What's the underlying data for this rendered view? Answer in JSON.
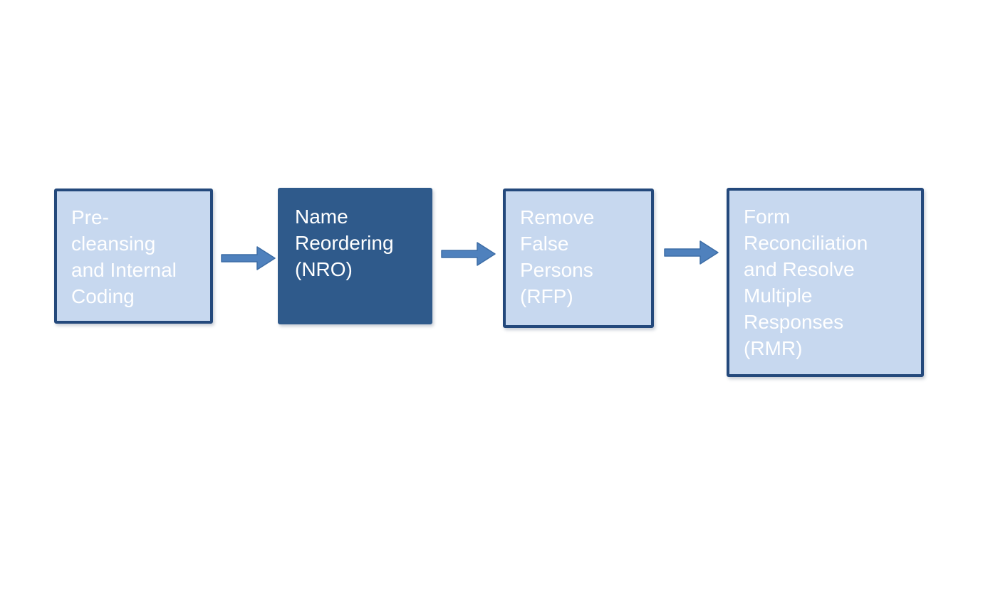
{
  "diagram": {
    "type": "flowchart",
    "flow_direction": "left-to-right",
    "steps": [
      {
        "id": "pre-cleansing",
        "label": "Pre-\ncleansing\nand Internal\nCoding",
        "emphasis": false
      },
      {
        "id": "name-reordering",
        "label": "Name\nReordering\n(NRO)",
        "emphasis": true
      },
      {
        "id": "remove-false-persons",
        "label": "Remove\nFalse\nPersons\n(RFP)",
        "emphasis": false
      },
      {
        "id": "form-reconciliation",
        "label": "Form\nReconciliation\nand Resolve\nMultiple\nResponses\n(RMR)",
        "emphasis": false
      }
    ],
    "connectors": [
      {
        "from": "pre-cleansing",
        "to": "name-reordering",
        "style": "arrow-right"
      },
      {
        "from": "name-reordering",
        "to": "remove-false-persons",
        "style": "arrow-right"
      },
      {
        "from": "remove-false-persons",
        "to": "form-reconciliation",
        "style": "arrow-right"
      }
    ]
  },
  "colors": {
    "background": "#ffffff",
    "box_fill_light": "#c7d8ef",
    "box_fill_dark": "#2f5a8b",
    "box_border": "#24497c",
    "arrow_fill": "#4f81bd",
    "arrow_stroke": "#3d6da6",
    "text": "#ffffff"
  }
}
